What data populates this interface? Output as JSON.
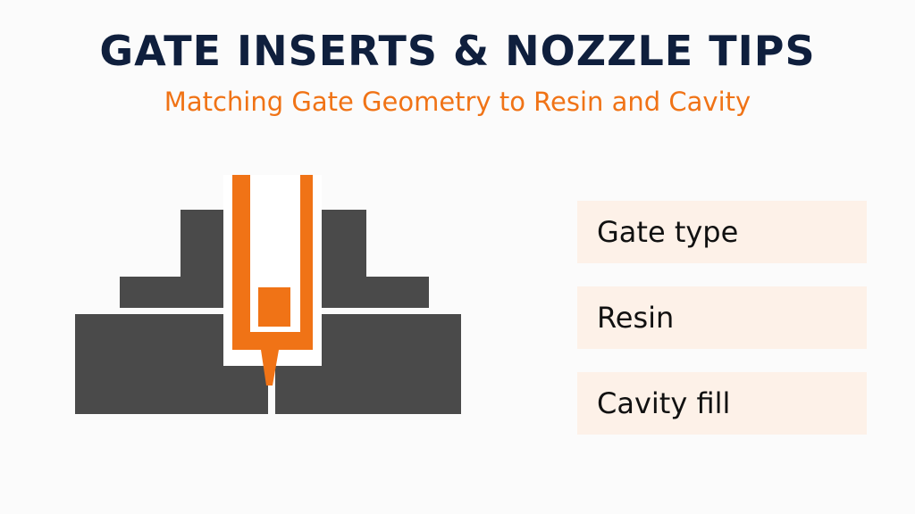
{
  "header": {
    "title": "GATE INSERTS & NOZZLE TIPS",
    "subtitle": "Matching Gate Geometry to Resin and Cavity"
  },
  "labels": [
    {
      "text": "Gate type"
    },
    {
      "text": "Resin"
    },
    {
      "text": "Cavity fill"
    }
  ],
  "colors": {
    "accent": "#f07316",
    "mold": "#4a4a4a",
    "title": "#0f1f3d",
    "label_bg": "#fdf1e8"
  }
}
